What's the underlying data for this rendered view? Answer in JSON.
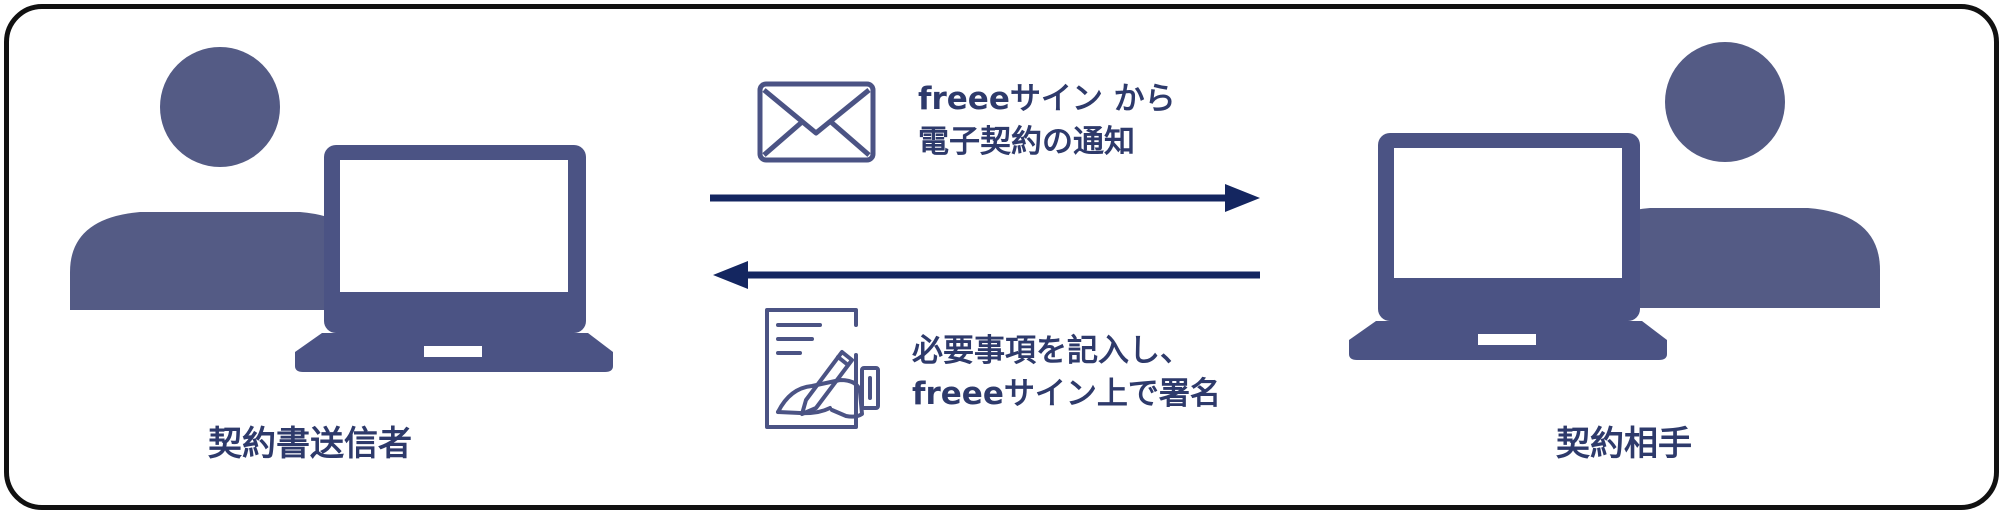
{
  "colors": {
    "figure": "#545b85",
    "arrow": "#142660",
    "icon": "#4b5384",
    "text": "#2e3a6b",
    "border": "#111111"
  },
  "sender": {
    "label": "契約書送信者",
    "icons": [
      "person-icon",
      "laptop-icon"
    ]
  },
  "recipient": {
    "label": "契約相手",
    "icons": [
      "person-icon",
      "laptop-icon"
    ]
  },
  "forward": {
    "icon": "envelope-icon",
    "direction": "right",
    "lines": [
      "freeeサイン から",
      "電子契約の通知"
    ]
  },
  "backward": {
    "icon": "signing-document-icon",
    "direction": "left",
    "lines": [
      "必要事項を記入し、",
      "freeeサイン上で署名"
    ]
  }
}
